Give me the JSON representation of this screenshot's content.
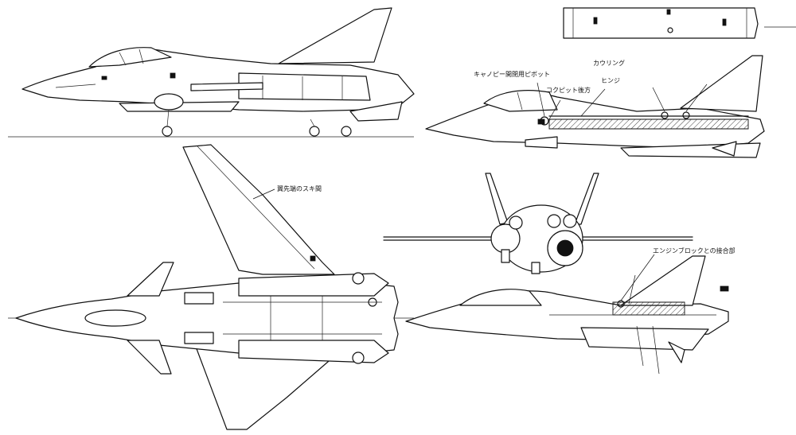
{
  "notes": {
    "wing_root": "翼先端のスキ間",
    "canopy_pivot": "キャノピー開閉用ピボット",
    "cockpit_hinge": "コクピット後方",
    "lift_hinge": "カウリング",
    "intake_hinge": "ヒンジ",
    "engine_mount": "エンジンブロックとの接合部"
  }
}
